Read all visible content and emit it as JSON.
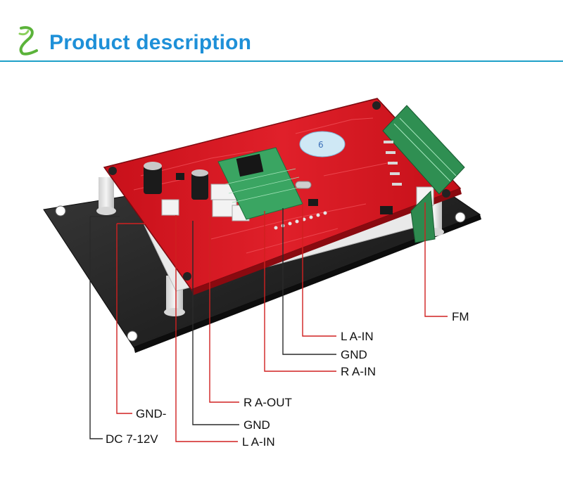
{
  "header": {
    "title": "Product description"
  },
  "labels": {
    "fm": "FM",
    "l_a_in_top": "L A-IN",
    "gnd_mid": "GND",
    "r_a_in": "R A-IN",
    "r_a_out": "R A-OUT",
    "gnd_minus": "GND-",
    "gnd_bottom": "GND",
    "dc": "DC 7-12V",
    "l_a_in_bottom": "L A-IN"
  },
  "colors": {
    "title": "#1e90d8",
    "rule": "#1ea0c8",
    "pcb": "#d9141c",
    "module": "#2e9a55",
    "plate": "#1c1c1c",
    "leader": "#2a2a2a"
  }
}
